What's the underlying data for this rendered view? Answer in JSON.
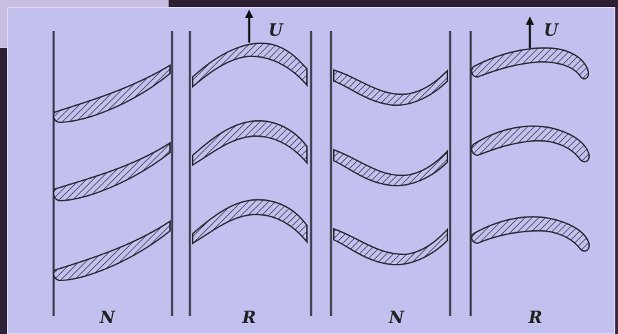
{
  "diagram": {
    "columns": [
      {
        "label": "N",
        "velocity_label": ""
      },
      {
        "label": "R",
        "velocity_label": "U"
      },
      {
        "label": "N",
        "velocity_label": ""
      },
      {
        "label": "R",
        "velocity_label": "U"
      }
    ]
  },
  "colors": {
    "background": "#c2c0ee",
    "stroke": "#2a2a35"
  }
}
